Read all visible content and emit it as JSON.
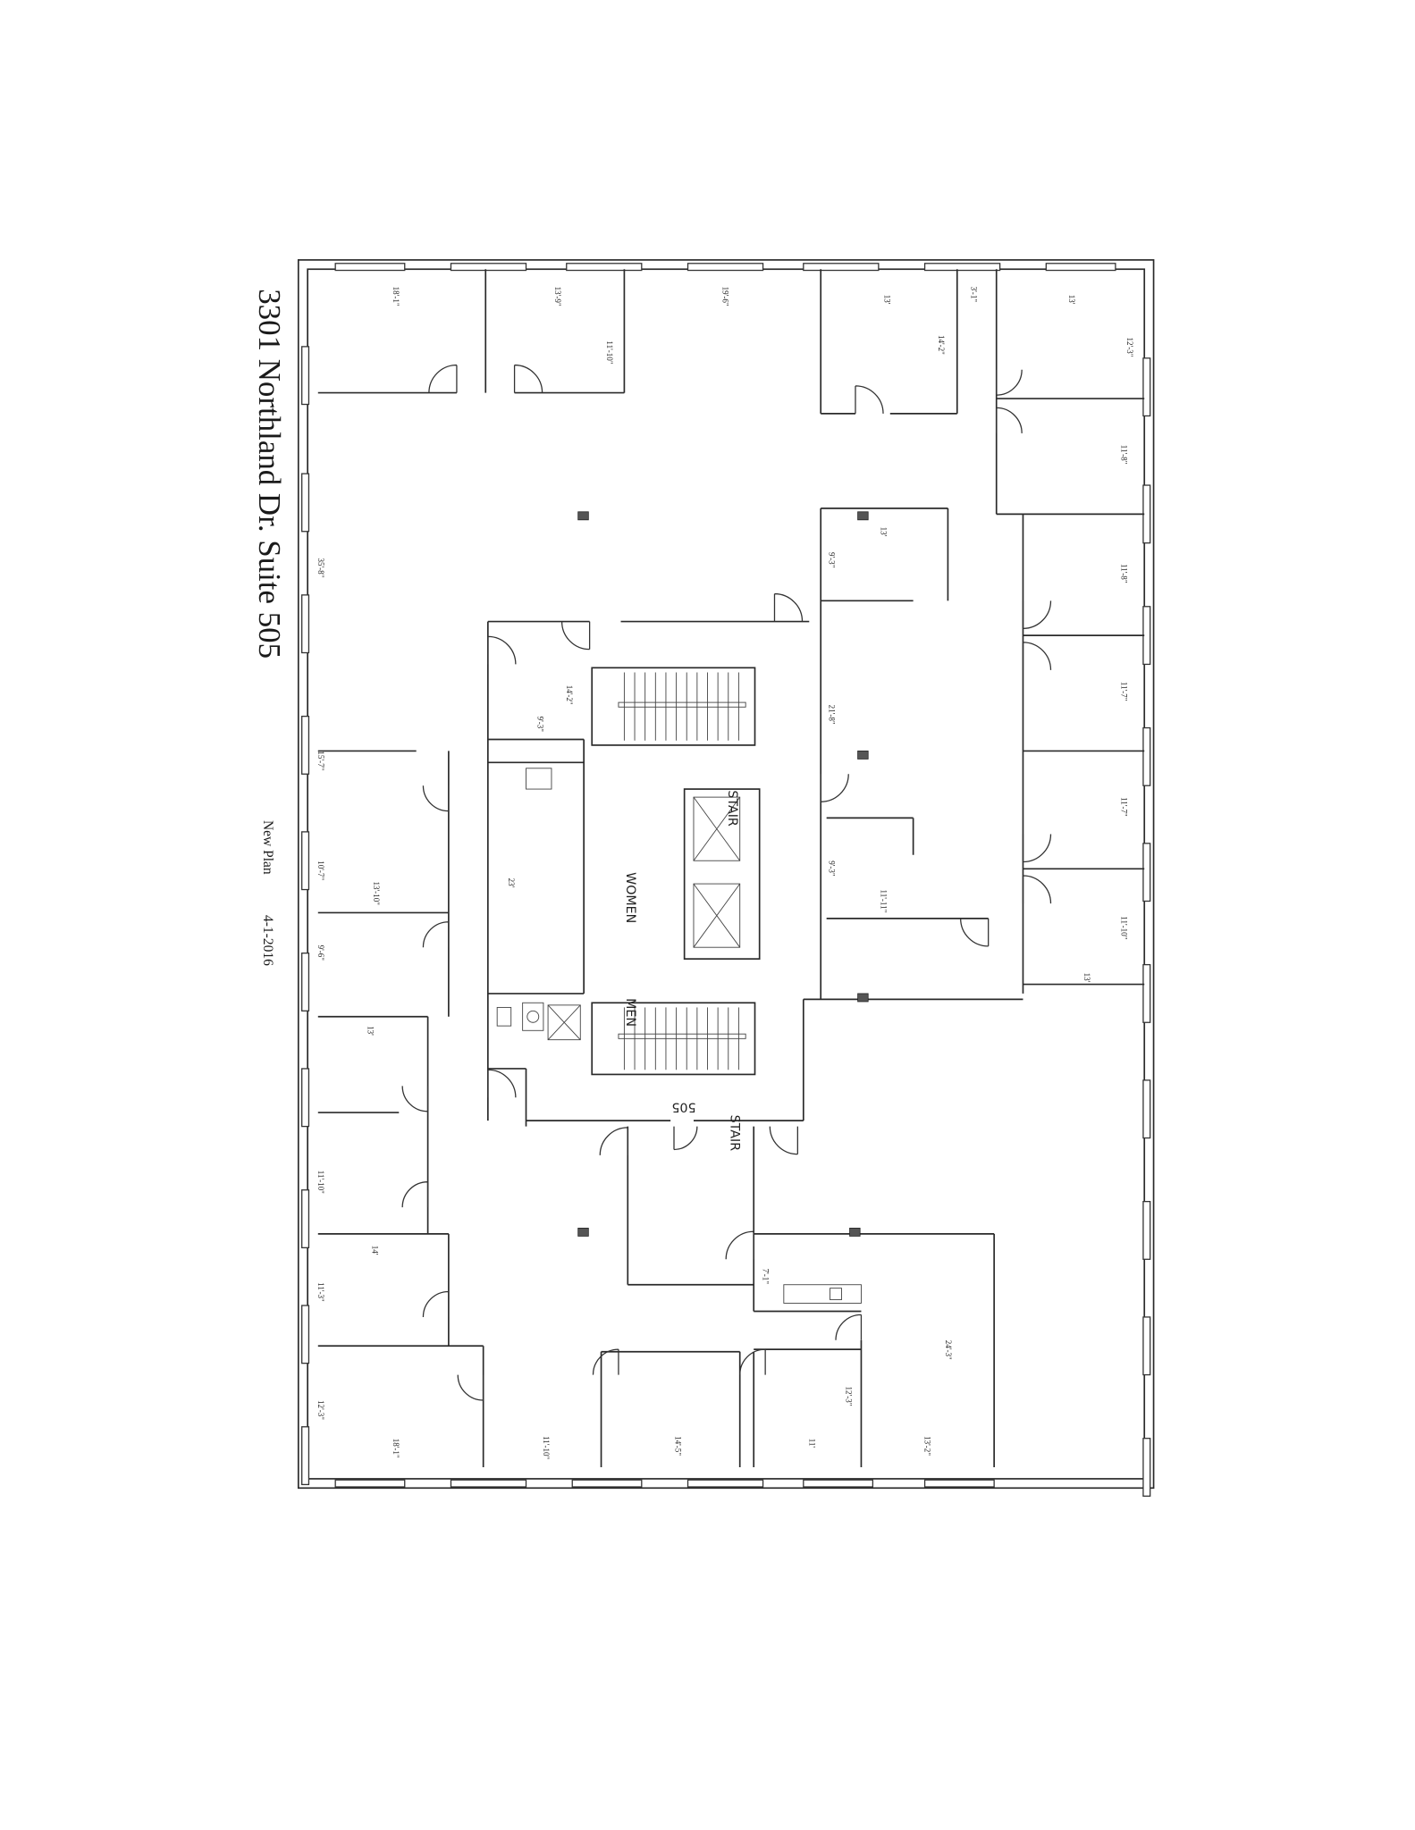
{
  "title": "3301 Northland Dr. Suite 505",
  "subtitle": {
    "plan": "New Plan",
    "date": "4-1-2016"
  },
  "room_labels": {
    "women": "WOMEN",
    "men": "MEN",
    "stair_top": "STAIR",
    "stair_bottom": "STAIR",
    "suite": "505"
  },
  "dimensions": [
    "18'-1\"",
    "13'-9\"",
    "11'-10\"",
    "19'-6\"",
    "13'",
    "14'-2\"",
    "3'-1\"",
    "13'",
    "12'-3\"",
    "11'-8\"",
    "11'-8\"",
    "11'-7\"",
    "11'-7\"",
    "11'-10\"",
    "13'",
    "13'",
    "9'-3\"",
    "21'-8\"",
    "9'-3\"",
    "11'-11\"",
    "35'-8\"",
    "15'-7\"",
    "10'-7\"",
    "9'-6\"",
    "11'-10\"",
    "11'-3\"",
    "12'-3\"",
    "13'-10\"",
    "13'",
    "14'",
    "14'-2\"",
    "9'-3\"",
    "23'",
    "18'-1\"",
    "11'-10\"",
    "14'-5\"",
    "11'",
    "12'-3\"",
    "13'-2\"",
    "24'-3\"",
    "7'-1\""
  ]
}
